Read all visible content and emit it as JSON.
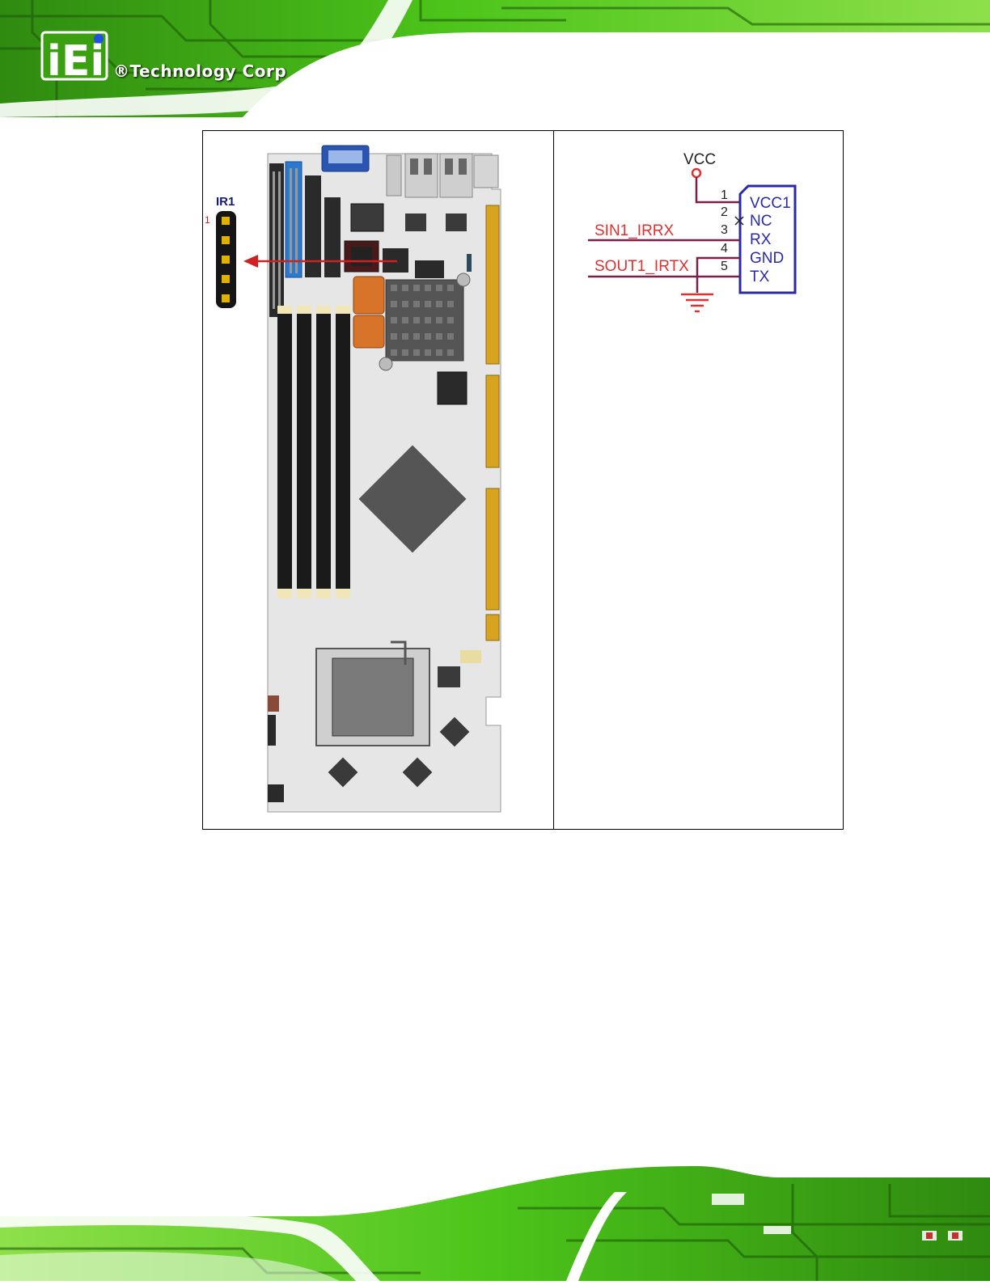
{
  "header": {
    "logo_letters": "iEi",
    "logo_tagline": "®Technology Corp"
  },
  "board_figure": {
    "connector_label": "IR1",
    "pin1_marker": "1"
  },
  "schematic": {
    "supply_label": "VCC",
    "pins": [
      {
        "number": "1",
        "name": "VCC1"
      },
      {
        "number": "2",
        "name": "NC"
      },
      {
        "number": "3",
        "name": "RX"
      },
      {
        "number": "4",
        "name": "GND"
      },
      {
        "number": "5",
        "name": "TX"
      }
    ],
    "nets": {
      "rx_net": "SIN1_IRRX",
      "tx_net": "SOUT1_IRTX"
    }
  },
  "colors": {
    "pcb_green": "#4cc41a",
    "net_red": "#e03030",
    "wire_maroon": "#7a1f4a",
    "connector_blue": "#2a2aa8",
    "arrow_red": "#d02020"
  }
}
